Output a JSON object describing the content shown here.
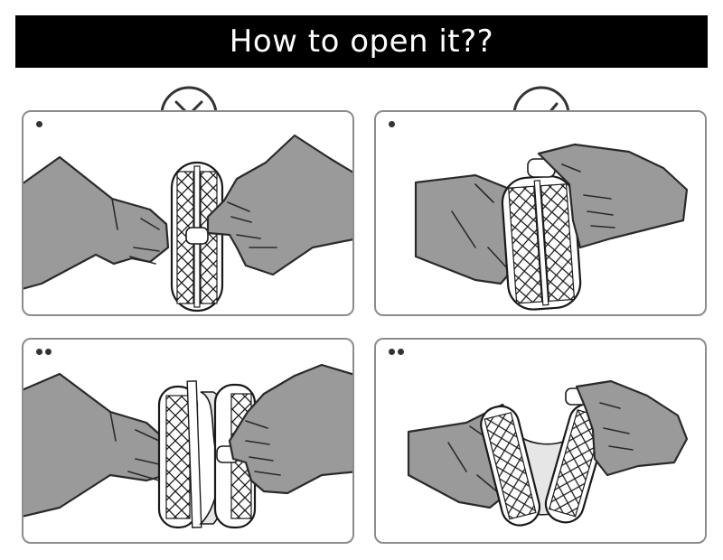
{
  "title": "How to open it??",
  "panels": [
    {
      "id": "wrong-step-1",
      "mark": "cross-circle-icon",
      "dots": 1
    },
    {
      "id": "right-step-1",
      "mark": "check-circle-icon",
      "dots": 1
    },
    {
      "id": "wrong-step-2",
      "mark": "none",
      "dots": 2
    },
    {
      "id": "right-step-2",
      "mark": "none",
      "dots": 2
    }
  ]
}
